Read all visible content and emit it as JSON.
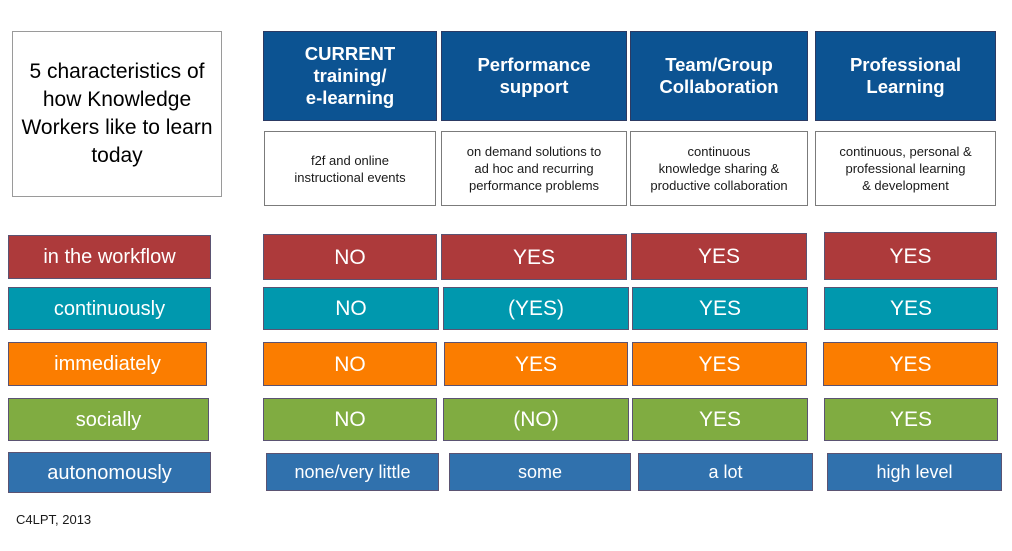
{
  "title_box": {
    "text": "5 characteristics of how Knowledge Workers like to learn today"
  },
  "columns": [
    {
      "header": "CURRENT training/ e-learning",
      "header_lines": [
        "CURRENT",
        "training/",
        "e-learning"
      ],
      "description": "f2f and online instructional events",
      "description_lines": [
        "f2f and online",
        "instructional events"
      ]
    },
    {
      "header": "Performance support",
      "header_lines": [
        "Performance",
        "support"
      ],
      "description": "on demand solutions to ad hoc and recurring performance problems",
      "description_lines": [
        "on demand solutions to",
        "ad hoc and recurring",
        "performance problems"
      ]
    },
    {
      "header": "Team/Group Collaboration",
      "header_lines": [
        "Team/Group",
        "Collaboration"
      ],
      "description": "continuous knowledge sharing & productive collaboration",
      "description_lines": [
        "continuous",
        "knowledge sharing &",
        "productive collaboration"
      ]
    },
    {
      "header": "Professional Learning",
      "header_lines": [
        "Professional",
        "Learning"
      ],
      "description": "continuous, personal & professional learning & development",
      "description_lines": [
        "continuous, personal &",
        "professional learning",
        "& development"
      ]
    }
  ],
  "rows": [
    {
      "label": "in the workflow",
      "color": "#AD3A3B",
      "values": [
        "NO",
        "YES",
        "YES",
        "YES"
      ]
    },
    {
      "label": "continuously",
      "color": "#0098AE",
      "values": [
        "NO",
        "(YES)",
        "YES",
        "YES"
      ]
    },
    {
      "label": "immediately",
      "color": "#FB7D00",
      "values": [
        "NO",
        "YES",
        "YES",
        "YES"
      ]
    },
    {
      "label": "socially",
      "color": "#80AC41",
      "values": [
        "NO",
        "(NO)",
        "YES",
        "YES"
      ]
    },
    {
      "label": "autonomously",
      "color": "#3071AD",
      "values": [
        "none/very little",
        "some",
        "a lot",
        "high level"
      ]
    }
  ],
  "footer": {
    "credit": "C4LPT, 2013"
  },
  "palette": {
    "header_blue": "#0C5392",
    "red": "#AD3A3B",
    "teal": "#0098AE",
    "orange": "#FB7D00",
    "green": "#80AC41",
    "blue": "#3071AD",
    "white": "#FFFFFF",
    "border_gray": "#5B5372"
  }
}
